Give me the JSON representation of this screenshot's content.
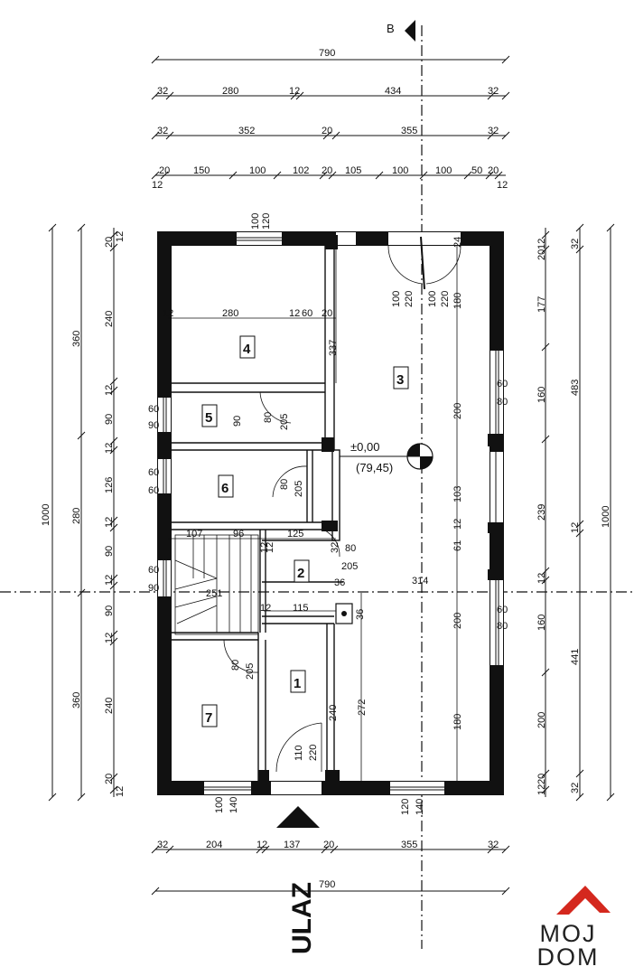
{
  "section": {
    "marker": "B"
  },
  "entrance_label": "ULAZ",
  "level": {
    "elevation": "±0,00",
    "absolute": "(79,45)"
  },
  "logo": {
    "word1": "MOJ",
    "word2": "DOM"
  },
  "rooms": [
    "1",
    "2",
    "3",
    "4",
    "5",
    "6",
    "7"
  ],
  "top_dims": {
    "overall": "790",
    "row1": [
      "32",
      "280",
      "12",
      "434",
      "32"
    ],
    "row2": [
      "32",
      "352",
      "20",
      "355",
      "32"
    ],
    "row3": [
      "20",
      "150",
      "100",
      "102",
      "20",
      "105",
      "100",
      "100",
      "50",
      "20"
    ],
    "row3_ends": [
      "12",
      "12"
    ]
  },
  "bottom_dims": {
    "row1": [
      "32",
      "204",
      "12",
      "137",
      "20",
      "355",
      "32"
    ],
    "overall": "790"
  },
  "left_dims": {
    "overall": "1000",
    "outer": [
      "360",
      "280",
      "360"
    ],
    "inner": [
      "20",
      "240",
      "12",
      "90",
      "12",
      "126",
      "12",
      "90",
      "12",
      "90",
      "12",
      "240",
      "20"
    ],
    "inner_ends": [
      "12",
      "12"
    ]
  },
  "right_dims": {
    "overall": "1000",
    "outer": [
      "32",
      "483",
      "12",
      "441",
      "32"
    ],
    "inner": [
      "12",
      "20",
      "177",
      "160",
      "239",
      "12",
      "160",
      "200",
      "20",
      "12"
    ]
  },
  "interior_dims": {
    "room4_top": [
      "12",
      "280",
      "12",
      "60",
      "20"
    ],
    "room4_height": "337",
    "room3_right": [
      "200",
      "103",
      "61",
      "12"
    ],
    "room3_right_col": [
      "24",
      "180",
      "200",
      "180"
    ],
    "room1_col": [
      "240",
      "272"
    ],
    "stair": [
      "107",
      "96",
      "125",
      "12",
      "12",
      "32",
      "36",
      "314",
      "115",
      "12",
      "251"
    ],
    "win_top_room4": [
      "100",
      "120"
    ],
    "door_top_room3": [
      "100",
      "220",
      "100",
      "220"
    ],
    "door_room5": [
      "80",
      "205"
    ],
    "room5_90": "90",
    "door_room6": [
      "80",
      "205"
    ],
    "door_room2": [
      "80",
      "205"
    ],
    "door_room7": [
      "80",
      "205"
    ],
    "door_entry": [
      "110",
      "220"
    ],
    "win_left_room5": [
      "60",
      "90"
    ],
    "win_left_room6": [
      "60",
      "60"
    ],
    "win_left_stair": [
      "60",
      "90"
    ],
    "win_right_1": [
      "60",
      "80"
    ],
    "win_right_2": [
      "60",
      "80"
    ],
    "win_bottom_room7": [
      "100",
      "140"
    ],
    "win_bottom_room3": [
      "120",
      "140"
    ],
    "chimney": "36"
  }
}
